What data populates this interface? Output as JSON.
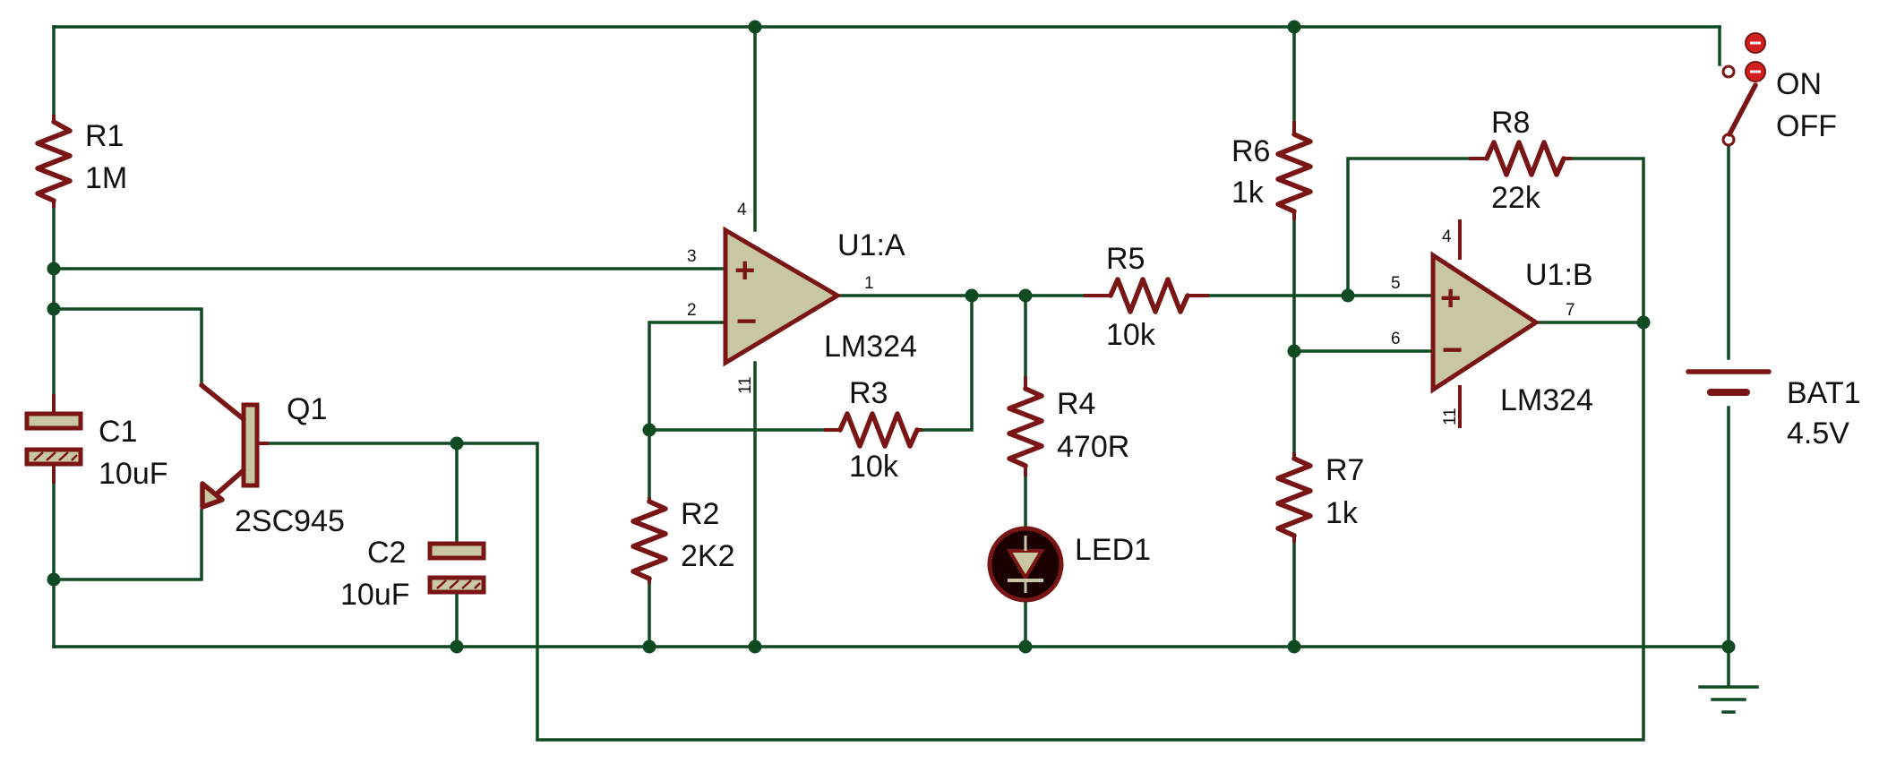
{
  "labels": {
    "r1_ref": "R1",
    "r1_val": "1M",
    "r2_ref": "R2",
    "r2_val": "2K2",
    "r3_ref": "R3",
    "r3_val": "10k",
    "r4_ref": "R4",
    "r4_val": "470R",
    "r5_ref": "R5",
    "r5_val": "10k",
    "r6_ref": "R6",
    "r6_val": "1k",
    "r7_ref": "R7",
    "r7_val": "1k",
    "r8_ref": "R8",
    "r8_val": "22k",
    "c1_ref": "C1",
    "c1_val": "10uF",
    "c2_ref": "C2",
    "c2_val": "10uF",
    "q1_ref": "Q1",
    "q1_val": "2SC945",
    "u1a_ref": "U1:A",
    "u1a_val": "LM324",
    "u1b_ref": "U1:B",
    "u1b_val": "LM324",
    "led_ref": "LED1",
    "bat_ref": "BAT1",
    "bat_val": "4.5V",
    "sw_on": "ON",
    "sw_off": "OFF"
  },
  "pins": {
    "u1a_in_plus": "3",
    "u1a_in_minus": "2",
    "u1a_out": "1",
    "u1a_vcc": "4",
    "u1a_gnd": "11",
    "u1b_in_plus": "5",
    "u1b_in_minus": "6",
    "u1b_out": "7",
    "u1b_vcc": "4",
    "u1b_gnd": "11"
  },
  "symbols": {
    "plus": "+",
    "minus": "−"
  },
  "colors": {
    "wire": "#0f4a22",
    "component": "#7a1515",
    "component_fill": "#c9c7a3",
    "switch_marker": "#d4201c"
  }
}
